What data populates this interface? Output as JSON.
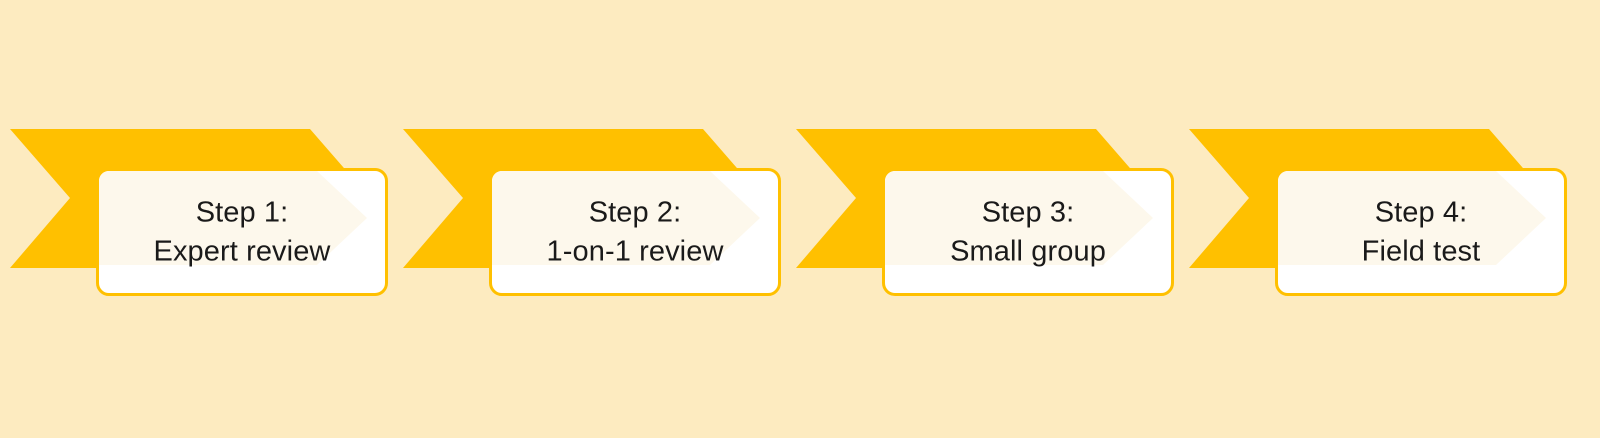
{
  "diagram": {
    "type": "chevron-process-flow",
    "orientation": "horizontal",
    "step_count": 4,
    "background_color": "#FDEBC0",
    "arrow_color": "#FFC000",
    "card_fill_color": "#FFFFFF",
    "card_tint_color": "#FDF8EC",
    "card_border_color": "#FFC000",
    "text_color": "#1A1A1A",
    "gap_color": "#FFFFFF",
    "steps": [
      {
        "index": 1,
        "title": "Step 1:",
        "subtitle": "Expert review",
        "label": "Step 1:\nExpert review",
        "arrow_name": "chevron-arrow-1",
        "card_name": "step-card-1"
      },
      {
        "index": 2,
        "title": "Step 2:",
        "subtitle": "1-on-1 review",
        "label": "Step 2:\n1-on-1 review",
        "arrow_name": "chevron-arrow-2",
        "card_name": "step-card-2"
      },
      {
        "index": 3,
        "title": "Step 3:",
        "subtitle": "Small group",
        "label": "Step 3:\nSmall group",
        "arrow_name": "chevron-arrow-3",
        "card_name": "step-card-3"
      },
      {
        "index": 4,
        "title": "Step 4:",
        "subtitle": "Field test",
        "label": "Step 4:\nField test",
        "arrow_name": "chevron-arrow-4",
        "card_name": "step-card-4"
      }
    ]
  }
}
